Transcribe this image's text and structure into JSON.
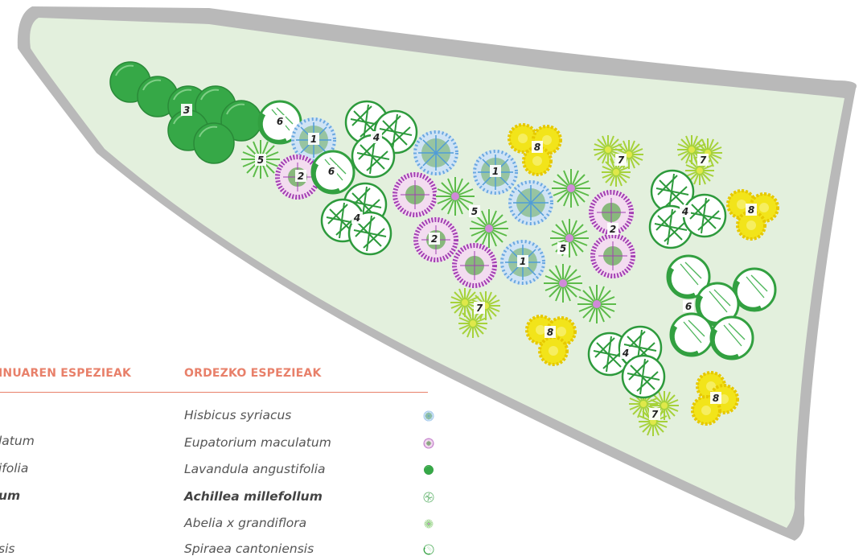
{
  "legend": {
    "header_left": "INUAREN ESPEZIEAK",
    "header_right": "ORDEZKO ESPEZIEAK",
    "left_items": [
      "",
      "latum",
      "ifolia",
      "um",
      "",
      "sis"
    ],
    "right_items": [
      {
        "name": "Hisbicus syriacus",
        "bold": false,
        "icon": "hibiscus-icon"
      },
      {
        "name": "Eupatorium maculatum",
        "bold": false,
        "icon": "eupatorium-icon"
      },
      {
        "name": "Lavandula angustifolia",
        "bold": false,
        "icon": "lavandula-icon"
      },
      {
        "name": "Achillea millefollum",
        "bold": true,
        "icon": "achillea-icon"
      },
      {
        "name": "Abelia x grandiflora",
        "bold": false,
        "icon": "abelia-icon"
      },
      {
        "name": "Spiraea cantoniensis",
        "bold": false,
        "icon": "spiraea-icon"
      }
    ]
  },
  "plant_labels": [
    "3",
    "6",
    "1",
    "4",
    "5",
    "2",
    "6",
    "4",
    "8",
    "1",
    "5",
    "2",
    "2",
    "1",
    "5",
    "7",
    "7",
    "4",
    "8",
    "7",
    "8",
    "6",
    "4",
    "7",
    "8"
  ],
  "colors": {
    "bed_fill": "#e3f0dd",
    "bed_border": "#b4b4b4",
    "header": "#e8806a",
    "hibiscus": "#5aa0e0",
    "eupatorium": "#a040b0",
    "lavandula": "#2e9a3a",
    "achillea": "#3fae45",
    "abelia": "#b8e04a",
    "spiraea": "#e8e020"
  }
}
